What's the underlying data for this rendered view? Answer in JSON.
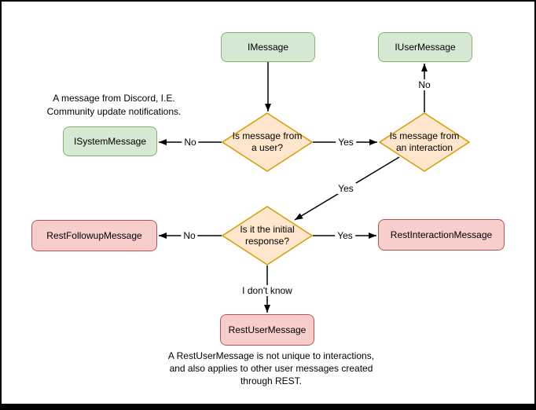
{
  "colors": {
    "green_fill": "#d5e8d4",
    "green_stroke": "#82b366",
    "orange_fill": "#ffe6cc",
    "orange_stroke": "#d79b00",
    "red_fill": "#f8cecc",
    "red_stroke": "#b85450",
    "edge": "#000000",
    "frame": "#000000"
  },
  "nodes": {
    "imessage": {
      "label": "IMessage"
    },
    "iusermessage": {
      "label": "IUserMessage"
    },
    "isystemmessage": {
      "label": "ISystemMessage"
    },
    "q_is_from_user": {
      "label": "Is message from a user?"
    },
    "q_is_from_interaction": {
      "label": "Is message from an interaction"
    },
    "q_is_initial_response": {
      "label": "Is it the initial response?"
    },
    "restfollowupmessage": {
      "label": "RestFollowupMessage"
    },
    "restinteractionmessage": {
      "label": "RestInteractionMessage"
    },
    "restusermessage": {
      "label": "RestUserMessage"
    }
  },
  "edge_labels": {
    "user_q_no": "No",
    "user_q_yes": "Yes",
    "interaction_q_no": "No",
    "interaction_q_yes": "Yes",
    "initial_q_no": "No",
    "initial_q_yes": "Yes",
    "initial_q_unknown": "I don't know"
  },
  "annotations": {
    "system_message_note": {
      "lines": [
        "A message from Discord, I.E.",
        "Community update notifications."
      ]
    },
    "rest_user_message_note": {
      "lines": [
        "A RestUserMessage is not unique to interactions,",
        "and also applies to other user messages created",
        "through REST."
      ]
    }
  }
}
